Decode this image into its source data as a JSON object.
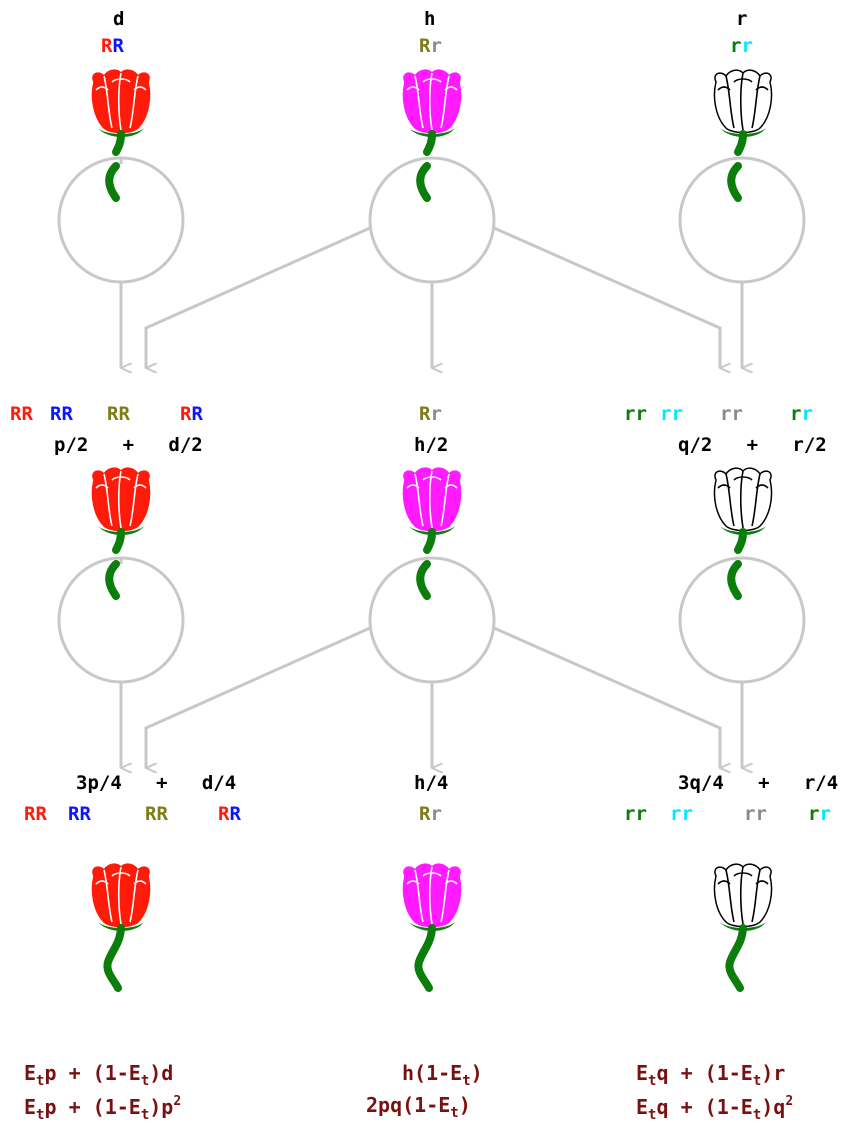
{
  "colors": {
    "red": "#ff1a0a",
    "blue": "#0a14ff",
    "olive": "#7d7d14",
    "gray": "#8a8a8a",
    "green": "#0a7d0a",
    "cyan": "#00e8ff",
    "magenta": "#ff1aff",
    "formula": "#7a1010",
    "flower_red": "#ff1a0a",
    "flower_magenta": "#ff1aff",
    "flower_white": "#ffffff",
    "stem": "#0a7d0a",
    "line": "#c8c8c8"
  },
  "top": {
    "labels": [
      "d",
      "h",
      "r"
    ],
    "genotypes": [
      [
        {
          "c": "R",
          "color": "red"
        },
        {
          "c": "R",
          "color": "blue"
        }
      ],
      [
        {
          "c": "R",
          "color": "olive"
        },
        {
          "c": "r",
          "color": "gray"
        }
      ],
      [
        {
          "c": "r",
          "color": "green"
        },
        {
          "c": "r",
          "color": "cyan"
        }
      ]
    ]
  },
  "gen1": {
    "left_genotypes": [
      [
        {
          "c": "R",
          "color": "red"
        },
        {
          "c": "R",
          "color": "red"
        }
      ],
      [
        {
          "c": "R",
          "color": "blue"
        },
        {
          "c": "R",
          "color": "blue"
        }
      ],
      [
        {
          "c": "R",
          "color": "olive"
        },
        {
          "c": "R",
          "color": "olive"
        }
      ],
      [
        {
          "c": "R",
          "color": "red"
        },
        {
          "c": "R",
          "color": "blue"
        }
      ]
    ],
    "mid_genotypes": [
      [
        {
          "c": "R",
          "color": "olive"
        },
        {
          "c": "r",
          "color": "gray"
        }
      ]
    ],
    "right_genotypes": [
      [
        {
          "c": "r",
          "color": "green"
        },
        {
          "c": "r",
          "color": "green"
        }
      ],
      [
        {
          "c": "r",
          "color": "cyan"
        },
        {
          "c": "r",
          "color": "cyan"
        }
      ],
      [
        {
          "c": "r",
          "color": "gray"
        },
        {
          "c": "r",
          "color": "gray"
        }
      ],
      [
        {
          "c": "r",
          "color": "green"
        },
        {
          "c": "r",
          "color": "cyan"
        }
      ]
    ],
    "left_expr": "p/2   +   d/2",
    "mid_expr": "h/2",
    "right_expr": "q/2   +   r/2"
  },
  "gen2": {
    "left_expr": "3p/4   +   d/4",
    "mid_expr": "h/4",
    "right_expr": "3q/4   +   r/4",
    "left_genotypes": [
      [
        {
          "c": "R",
          "color": "red"
        },
        {
          "c": "R",
          "color": "red"
        }
      ],
      [
        {
          "c": "R",
          "color": "blue"
        },
        {
          "c": "R",
          "color": "blue"
        }
      ],
      [
        {
          "c": "R",
          "color": "olive"
        },
        {
          "c": "R",
          "color": "olive"
        }
      ],
      [
        {
          "c": "R",
          "color": "red"
        },
        {
          "c": "R",
          "color": "blue"
        }
      ]
    ],
    "mid_genotypes": [
      [
        {
          "c": "R",
          "color": "olive"
        },
        {
          "c": "r",
          "color": "gray"
        }
      ]
    ],
    "right_genotypes": [
      [
        {
          "c": "r",
          "color": "green"
        },
        {
          "c": "r",
          "color": "green"
        }
      ],
      [
        {
          "c": "r",
          "color": "cyan"
        },
        {
          "c": "r",
          "color": "cyan"
        }
      ],
      [
        {
          "c": "r",
          "color": "gray"
        },
        {
          "c": "r",
          "color": "gray"
        }
      ],
      [
        {
          "c": "r",
          "color": "green"
        },
        {
          "c": "r",
          "color": "cyan"
        }
      ]
    ]
  },
  "formulas": {
    "left": {
      "line1": {
        "a": "E",
        "a_sub": "t",
        "b": "p + (1-",
        "c": "E",
        "c_sub": "t",
        "d": ")d"
      },
      "line2": {
        "a": "E",
        "a_sub": "t",
        "b": "p + (1-",
        "c": "E",
        "c_sub": "t",
        "d": ")p",
        "sup": "2"
      }
    },
    "mid": {
      "line1": {
        "pre": "h(1-",
        "c": "E",
        "c_sub": "t",
        "d": ")"
      },
      "line2": {
        "pre": "2pq(1-",
        "c": "E",
        "c_sub": "t",
        "d": ")"
      }
    },
    "right": {
      "line1": {
        "a": "E",
        "a_sub": "t",
        "b": "q + (1-",
        "c": "E",
        "c_sub": "t",
        "d": ")r"
      },
      "line2": {
        "a": "E",
        "a_sub": "t",
        "b": "q + (1-",
        "c": "E",
        "c_sub": "t",
        "d": ")q",
        "sup": "2"
      }
    }
  }
}
